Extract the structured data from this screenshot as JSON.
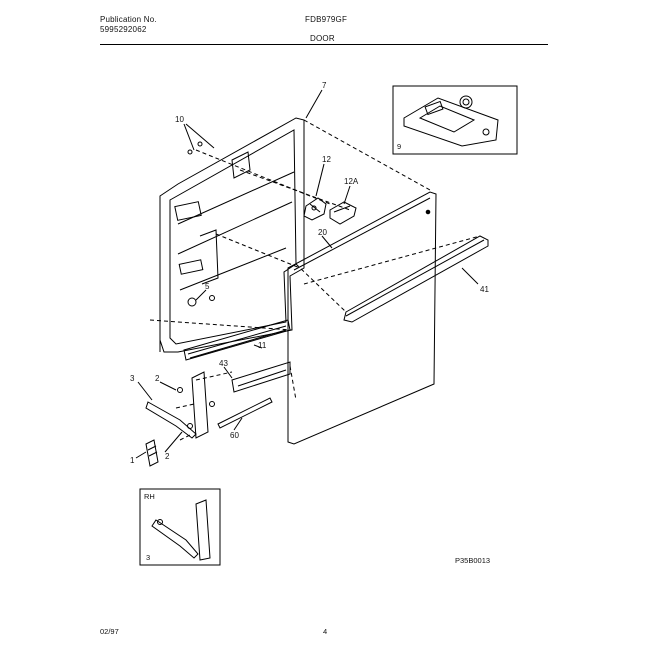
{
  "header": {
    "publication_label": "Publication No.",
    "publication_number": "5995292062",
    "model": "FDB979GF",
    "section": "DOOR"
  },
  "callouts": {
    "c10": "10",
    "c7": "7",
    "c12": "12",
    "c12a": "12A",
    "c20": "20",
    "c5": "5",
    "c41": "41",
    "c11": "11",
    "c43": "43",
    "c3": "3",
    "c2a": "2",
    "c2b": "2",
    "c1": "1",
    "c60": "60",
    "c9": "9"
  },
  "inset_rh": {
    "title": "RH",
    "part": "3"
  },
  "footer": {
    "figure_code": "P35B0013",
    "date": "02/97",
    "page": "4"
  }
}
